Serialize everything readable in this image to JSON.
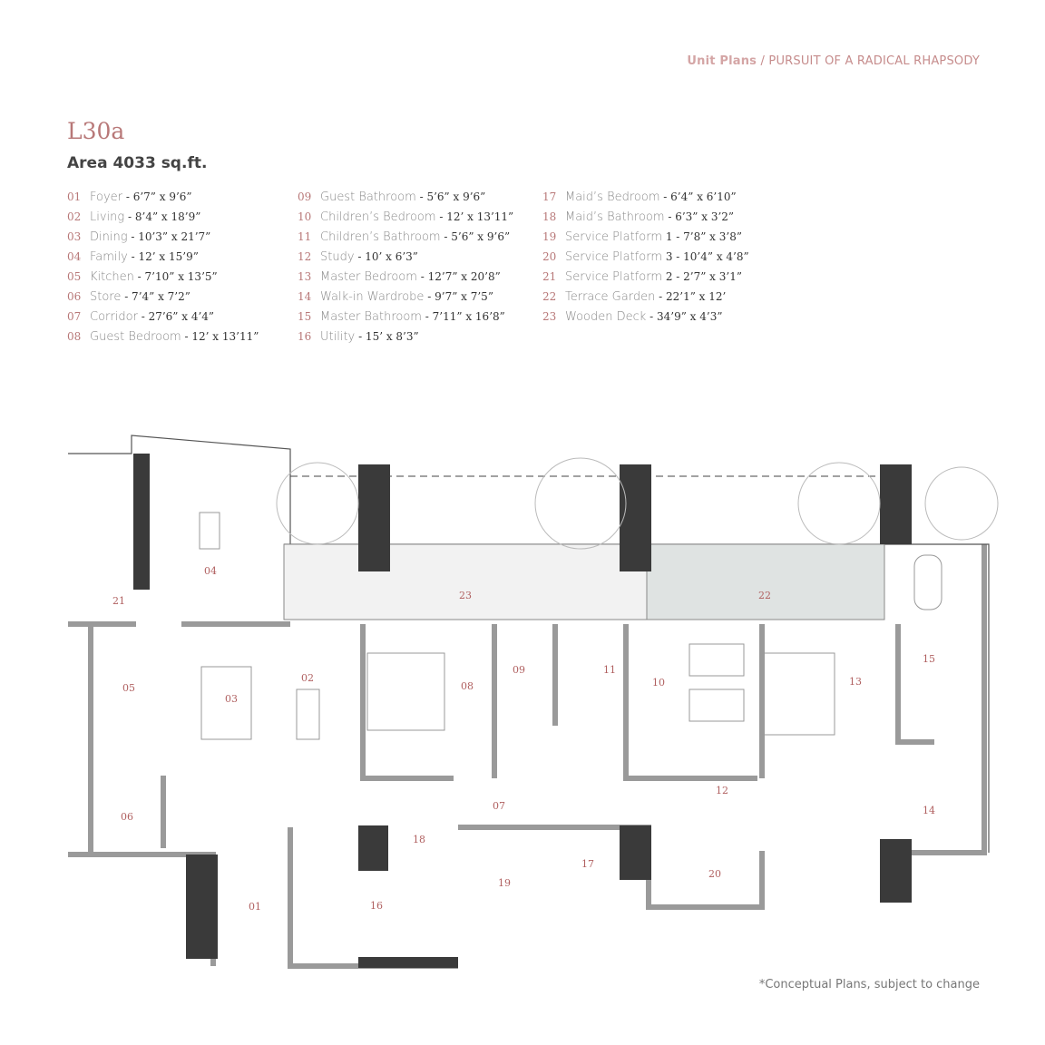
{
  "header": {
    "section": "Unit Plans",
    "separator": "/",
    "title": "PURSUIT OF A RADICAL RHAPSODY"
  },
  "unit": {
    "name": "L30a",
    "area": "Area 4033 sq.ft."
  },
  "rooms": [
    {
      "num": "01",
      "name": "Foyer",
      "dim": " - 6’7” x 9’6”"
    },
    {
      "num": "02",
      "name": "Living",
      "dim": " - 8’4” x 18’9”"
    },
    {
      "num": "03",
      "name": "Dining",
      "dim": " - 10’3” x 21’7”"
    },
    {
      "num": "04",
      "name": "Family",
      "dim": " - 12’ x 15’9”"
    },
    {
      "num": "05",
      "name": "Kitchen",
      "dim": " - 7’10” x 13’5”"
    },
    {
      "num": "06",
      "name": "Store",
      "dim": " - 7’4” x 7’2”"
    },
    {
      "num": "07",
      "name": "Corridor",
      "dim": " - 27’6” x 4’4”"
    },
    {
      "num": "08",
      "name": "Guest Bedroom",
      "dim": " - 12’ x 13’11”"
    },
    {
      "num": "09",
      "name": "Guest Bathroom",
      "dim": " - 5’6” x 9’6”"
    },
    {
      "num": "10",
      "name": "Children’s Bedroom",
      "dim": " - 12’ x 13’11”"
    },
    {
      "num": "11",
      "name": "Children’s Bathroom",
      "dim": " - 5’6” x 9’6”"
    },
    {
      "num": "12",
      "name": "Study",
      "dim": " - 10’ x 6’3”"
    },
    {
      "num": "13",
      "name": "Master Bedroom",
      "dim": " - 12’7” x 20’8”"
    },
    {
      "num": "14",
      "name": "Walk-in Wardrobe",
      "dim": " - 9’7” x 7’5”"
    },
    {
      "num": "15",
      "name": "Master Bathroom",
      "dim": " - 7’11” x 16’8”"
    },
    {
      "num": "16",
      "name": "Utility",
      "dim": " - 15’ x 8’3”"
    },
    {
      "num": "17",
      "name": "Maid’s Bedroom",
      "dim": " - 6’4” x 6’10”"
    },
    {
      "num": "18",
      "name": "Maid’s Bathroom",
      "dim": " - 6’3” x 3’2”"
    },
    {
      "num": "19",
      "name": "Service Platform",
      "dim": " 1 - 7’8” x 3’8”"
    },
    {
      "num": "20",
      "name": "Service Platform",
      "dim": " 3 - 10’4” x 4’8”"
    },
    {
      "num": "21",
      "name": "Service Platform",
      "dim": " 2 - 2’7” x 3’1”"
    },
    {
      "num": "22",
      "name": "Terrace Garden",
      "dim": " - 22’1” x 12’"
    },
    {
      "num": "23",
      "name": "Wooden Deck",
      "dim": " - 34’9” x 4’3”"
    }
  ],
  "footnote": "*Conceptual Plans, subject to change",
  "colors": {
    "accent": "#b87878",
    "wall": "#a9a9a9",
    "pillar": "#3a3a3a",
    "terrace": "#dfe3e2"
  }
}
